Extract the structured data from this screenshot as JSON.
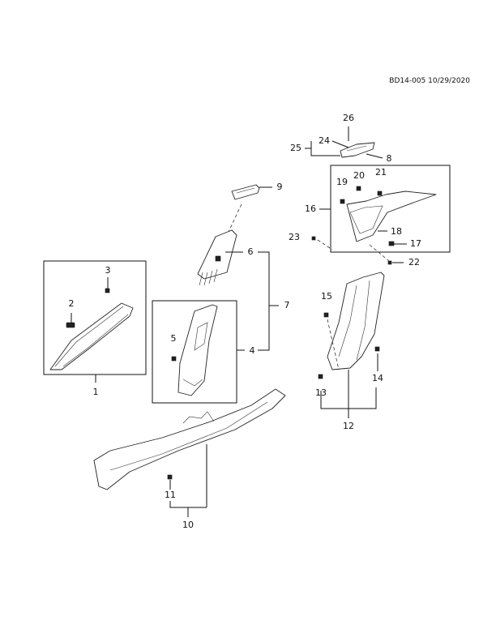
{
  "document": {
    "id_label": "BD14-005 10/29/2020"
  },
  "callouts": [
    {
      "id": "c1",
      "text": "1"
    },
    {
      "id": "c2",
      "text": "2"
    },
    {
      "id": "c3",
      "text": "3"
    },
    {
      "id": "c4",
      "text": "4"
    },
    {
      "id": "c5",
      "text": "5"
    },
    {
      "id": "c6",
      "text": "6"
    },
    {
      "id": "c7",
      "text": "7"
    },
    {
      "id": "c8",
      "text": "8"
    },
    {
      "id": "c9",
      "text": "9"
    },
    {
      "id": "c10",
      "text": "10"
    },
    {
      "id": "c11",
      "text": "11"
    },
    {
      "id": "c12",
      "text": "12"
    },
    {
      "id": "c13",
      "text": "13"
    },
    {
      "id": "c14",
      "text": "14"
    },
    {
      "id": "c15",
      "text": "15"
    },
    {
      "id": "c16",
      "text": "16"
    },
    {
      "id": "c17",
      "text": "17"
    },
    {
      "id": "c18",
      "text": "18"
    },
    {
      "id": "c19",
      "text": "19"
    },
    {
      "id": "c20",
      "text": "20"
    },
    {
      "id": "c21",
      "text": "21"
    },
    {
      "id": "c22",
      "text": "22"
    },
    {
      "id": "c23",
      "text": "23"
    },
    {
      "id": "c24",
      "text": "24"
    },
    {
      "id": "c25",
      "text": "25"
    },
    {
      "id": "c26",
      "text": "26"
    }
  ]
}
